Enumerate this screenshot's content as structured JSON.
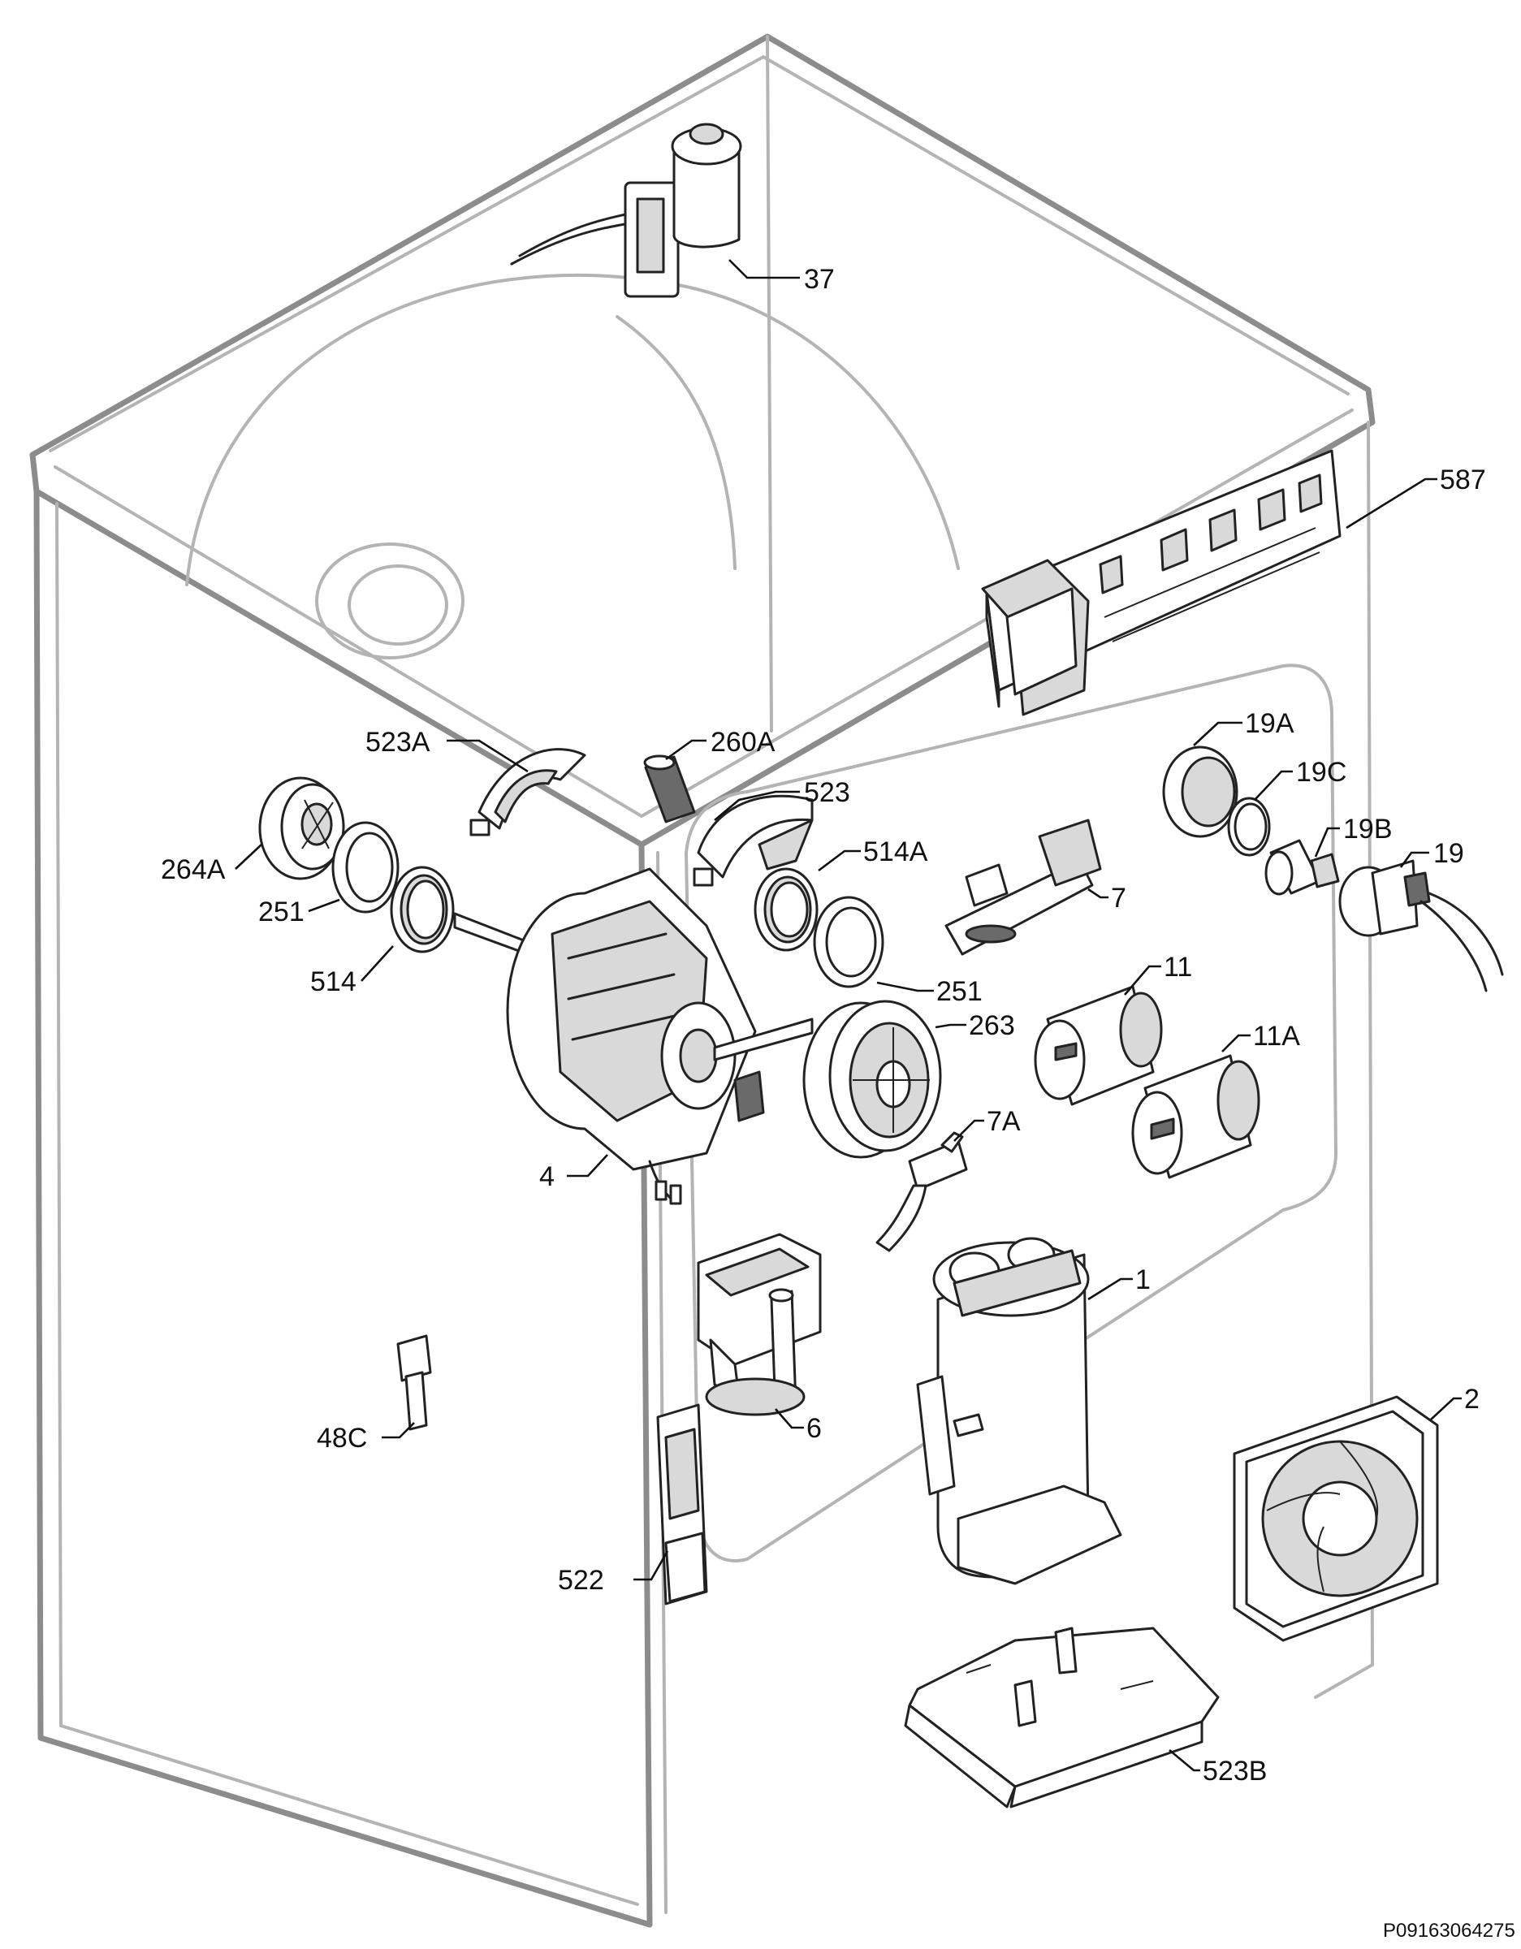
{
  "labels": {
    "p37": "37",
    "p587": "587",
    "p523A": "523A",
    "p260A": "260A",
    "p523": "523",
    "p19A": "19A",
    "p19C": "19C",
    "p19B": "19B",
    "p19": "19",
    "p264A": "264A",
    "p251a": "251",
    "p514": "514",
    "p514A": "514A",
    "p7": "7",
    "p251b": "251",
    "p11": "11",
    "p263": "263",
    "p11A": "11A",
    "p7A": "7A",
    "p4": "4",
    "p1": "1",
    "p6": "6",
    "p2": "2",
    "p48C": "48C",
    "p522": "522",
    "p523B": "523B"
  },
  "footer": {
    "code": "P09163064275"
  }
}
